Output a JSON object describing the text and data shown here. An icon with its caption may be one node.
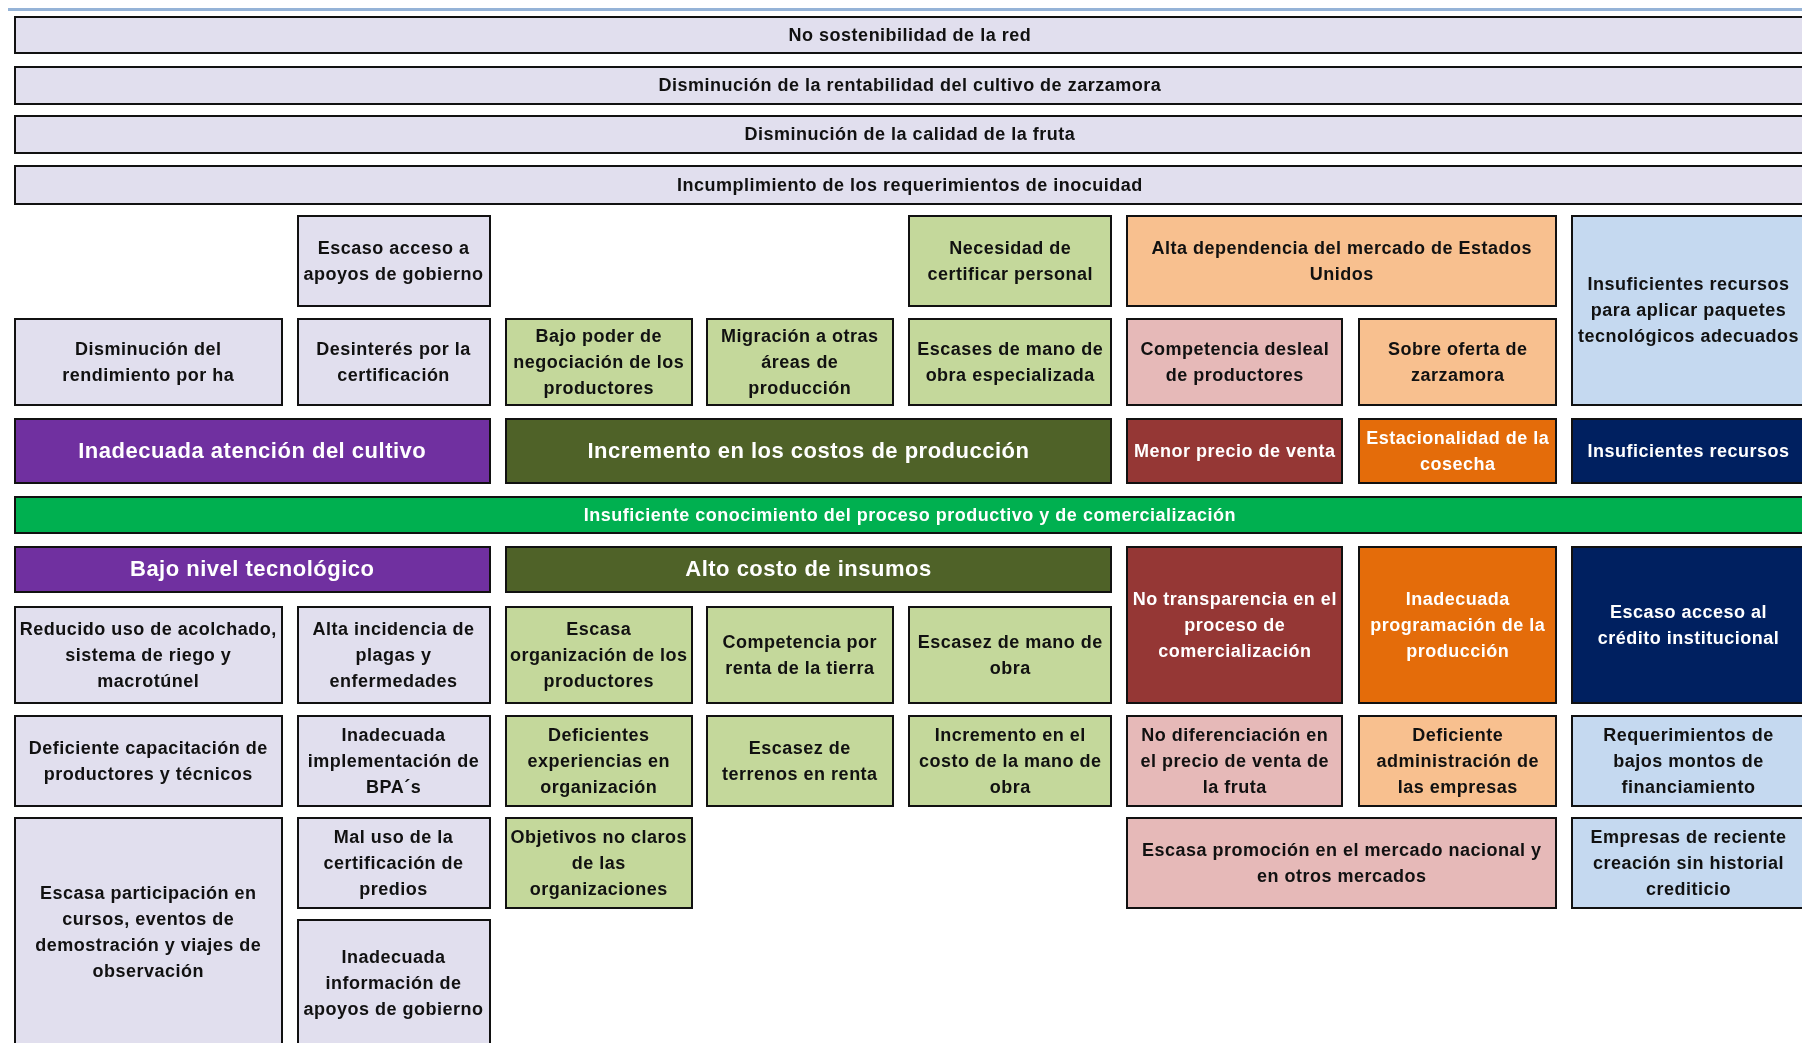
{
  "diagram": {
    "nodes": [
      {
        "text": [
          "No sostenibilidad de la red"
        ]
      },
      {
        "text": [
          "Disminución de la rentabilidad del cultivo de zarzamora"
        ]
      },
      {
        "text": [
          "Disminución de la calidad de la fruta"
        ]
      },
      {
        "text": [
          "Incumplimiento de los requerimientos de inocuidad"
        ]
      },
      {
        "text": [
          "Escaso acceso a apoyos de gobierno"
        ]
      },
      {
        "text": [
          "Necesidad de certificar personal"
        ]
      },
      {
        "text": [
          "Alta dependencia del mercado de Estados Unidos"
        ]
      },
      {
        "text": [
          "Insuficientes recursos para aplicar paquetes tecnológicos adecuados"
        ]
      },
      {
        "text": [
          "Disminución del rendimiento por ha"
        ]
      },
      {
        "text": [
          "Desinterés por la certificación"
        ]
      },
      {
        "text": [
          "Bajo poder de negociación de los productores"
        ]
      },
      {
        "text": [
          "Migración a otras áreas de producción"
        ]
      },
      {
        "text": [
          "Escases de mano de obra especializada"
        ]
      },
      {
        "text": [
          "Competencia desleal de productores"
        ]
      },
      {
        "text": [
          "Sobre oferta de zarzamora"
        ]
      },
      {
        "text": [
          "Inadecuada atención del cultivo"
        ]
      },
      {
        "text": [
          "Incremento en los costos de producción"
        ]
      },
      {
        "text": [
          "Menor precio de venta"
        ]
      },
      {
        "text": [
          "Estacionalidad de la cosecha"
        ]
      },
      {
        "text": [
          "Insuficientes recursos"
        ]
      },
      {
        "text": [
          "Insuficiente conocimiento del proceso productivo y de comercialización"
        ]
      },
      {
        "text": [
          "Bajo nivel tecnológico"
        ]
      },
      {
        "text": [
          "Alto costo de insumos"
        ]
      },
      {
        "text": [
          "No transparencia en el proceso de comercialización"
        ]
      },
      {
        "text": [
          "Inadecuada programación de la producción"
        ]
      },
      {
        "text": [
          "Escaso acceso al crédito institucional"
        ]
      },
      {
        "text": [
          "Reducido uso de acolchado, sistema de riego y macrotúnel"
        ]
      },
      {
        "text": [
          "Alta incidencia de plagas y enfermedades"
        ]
      },
      {
        "text": [
          "Escasa organización de los productores"
        ]
      },
      {
        "text": [
          "Competencia por renta de la tierra"
        ]
      },
      {
        "text": [
          "Escasez de mano de obra"
        ]
      },
      {
        "text": [
          "Deficiente capacitación de productores y técnicos"
        ]
      },
      {
        "text": [
          "Inadecuada implementación de BPA´s"
        ]
      },
      {
        "text": [
          "Deficientes experiencias en organización"
        ]
      },
      {
        "text": [
          "Escasez de terrenos en renta"
        ]
      },
      {
        "text": [
          "Incremento en el costo de la mano de obra"
        ]
      },
      {
        "text": [
          "No diferenciación en el precio de venta de la fruta"
        ]
      },
      {
        "text": [
          "Deficiente administración de las empresas"
        ]
      },
      {
        "text": [
          "Requerimientos de bajos montos de financiamiento"
        ]
      },
      {
        "text": [
          "Escasa participación en cursos, eventos de demostración y viajes de observación"
        ]
      },
      {
        "text": [
          "Mal uso de la certificación de predios"
        ]
      },
      {
        "text": [
          "Objetivos no claros de las organizaciones"
        ]
      },
      {
        "text": [
          "Escasa promoción en el mercado nacional y en otros mercados"
        ]
      },
      {
        "text": [
          "Empresas de reciente creación sin historial crediticio"
        ]
      },
      {
        "text": [
          "Inadecuada información de apoyos de gobierno"
        ]
      }
    ]
  }
}
